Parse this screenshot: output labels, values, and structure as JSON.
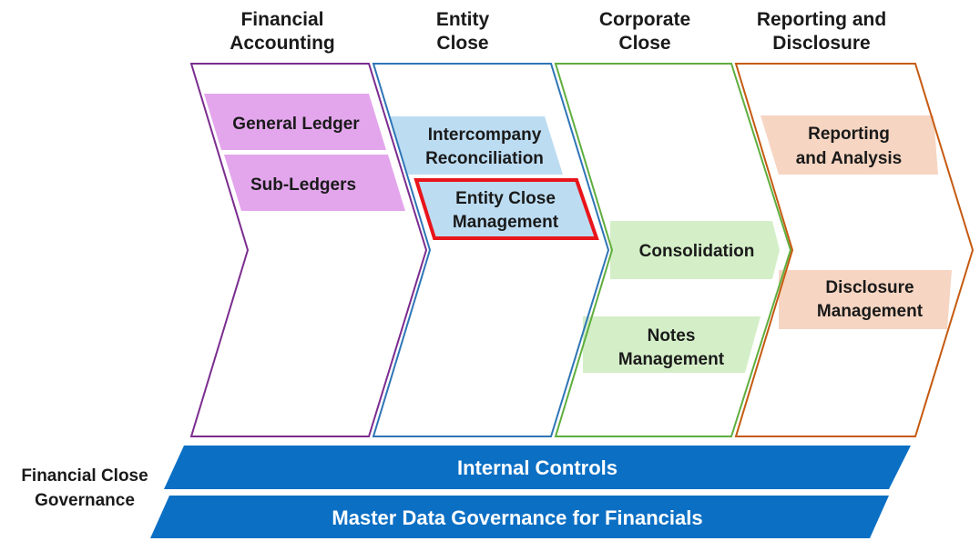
{
  "columns": [
    {
      "title": [
        "Financial",
        "Accounting"
      ],
      "color": "#7b2c8f",
      "box_color": "#e3a6ec",
      "items": [
        [
          "General Ledger"
        ],
        [
          "Sub-Ledgers"
        ]
      ]
    },
    {
      "title": [
        "Entity",
        "Close"
      ],
      "color": "#2e75b6",
      "box_color": "#bcdcf2",
      "items": [
        [
          "Intercompany",
          "Reconciliation"
        ],
        [
          "Entity Close",
          "Management"
        ]
      ]
    },
    {
      "title": [
        "Corporate",
        "Close"
      ],
      "color": "#5fae3e",
      "box_color": "#d4efc8",
      "items": [
        [
          "Consolidation"
        ],
        [
          "Notes",
          "Management"
        ]
      ]
    },
    {
      "title": [
        "Reporting and",
        "Disclosure"
      ],
      "color": "#c55a11",
      "box_color": "#f6d5c2",
      "items": [
        [
          "Reporting",
          "and Analysis"
        ],
        [
          "Disclosure",
          "Management"
        ]
      ]
    }
  ],
  "highlight_color": "#e8151b",
  "governance": {
    "label": [
      "Financial Close",
      "Governance"
    ],
    "bands": [
      "Internal Controls",
      "Master Data Governance for Financials"
    ],
    "band_color": "#0b6fc4"
  }
}
